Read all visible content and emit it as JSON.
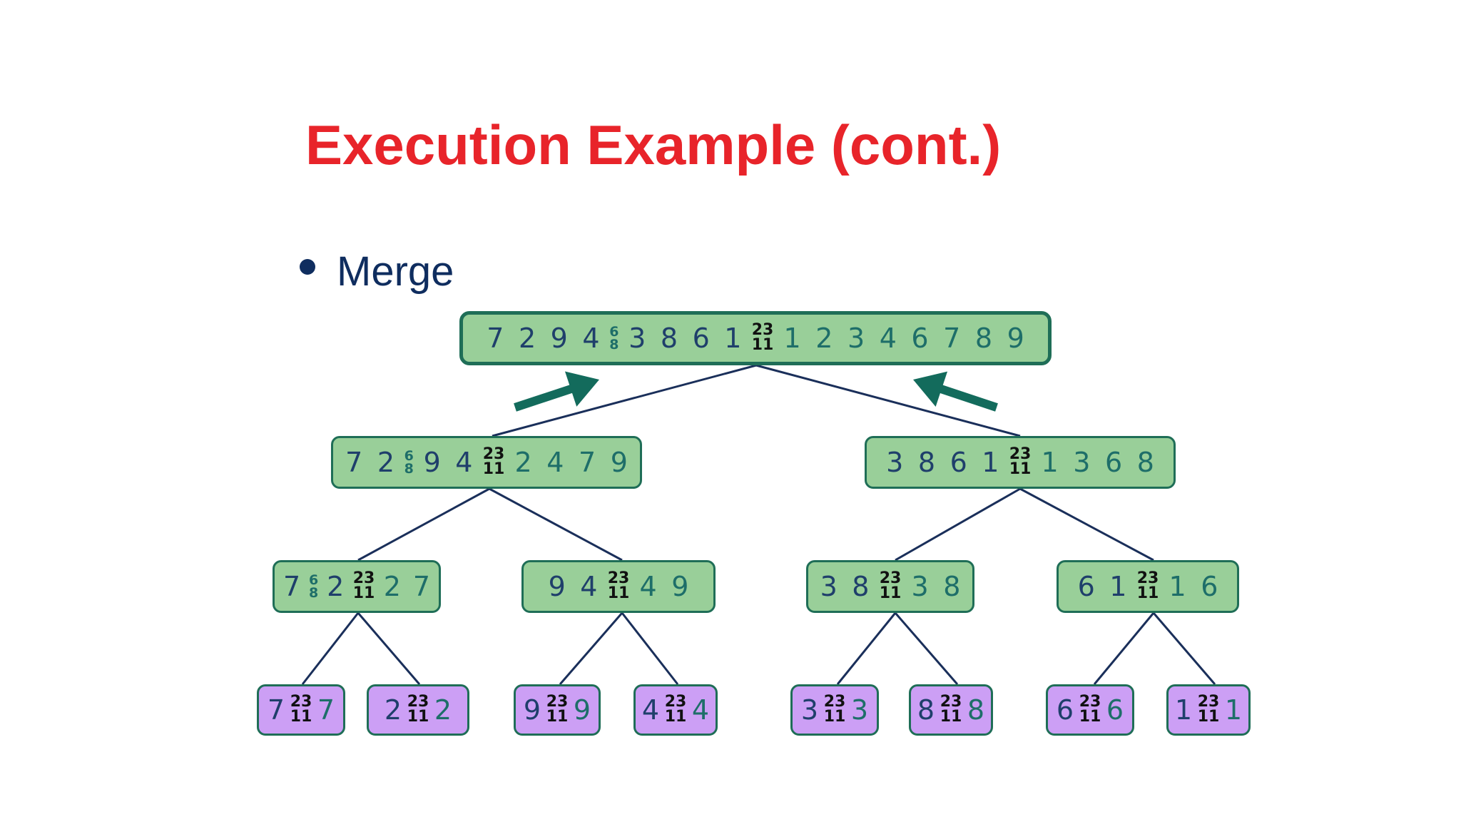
{
  "slide": {
    "title": "Execution Example (cont.)",
    "bullet": "Merge"
  },
  "colors": {
    "title": "#e8242a",
    "text": "#0f2d5f",
    "node_green": "#99cf99",
    "node_purple": "#cc9ff5",
    "border": "#1f6e57",
    "arrow": "#136b5c",
    "edge": "#1a2f5a"
  },
  "tree": {
    "root": {
      "input": [
        "7",
        "2",
        "9",
        "4"
      ],
      "mid_mark": [
        "6",
        "8"
      ],
      "input_rest": [
        "3",
        "8",
        "6",
        "1"
      ],
      "mark": [
        "23",
        "11"
      ],
      "output": [
        "1",
        "2",
        "3",
        "4",
        "6",
        "7",
        "8",
        "9"
      ]
    },
    "left": {
      "input": [
        "7",
        "2"
      ],
      "mid_mark": [
        "6",
        "8"
      ],
      "input_rest": [
        "9",
        "4"
      ],
      "mark": [
        "23",
        "11"
      ],
      "output": [
        "2",
        "4",
        "7",
        "9"
      ]
    },
    "right": {
      "input": [
        "3",
        "8",
        "6",
        "1"
      ],
      "mark": [
        "23",
        "11"
      ],
      "output": [
        "1",
        "3",
        "6",
        "8"
      ]
    },
    "ll": {
      "input": [
        "7"
      ],
      "mid_mark": [
        "6",
        "8"
      ],
      "input_rest": [
        "2"
      ],
      "mark": [
        "23",
        "11"
      ],
      "output": [
        "2",
        "7"
      ]
    },
    "lr": {
      "input": [
        "9",
        "4"
      ],
      "mark": [
        "23",
        "11"
      ],
      "output": [
        "4",
        "9"
      ]
    },
    "rl": {
      "input": [
        "3",
        "8"
      ],
      "mark": [
        "23",
        "11"
      ],
      "output": [
        "3",
        "8"
      ]
    },
    "rr": {
      "input": [
        "6",
        "1"
      ],
      "mark": [
        "23",
        "11"
      ],
      "output": [
        "1",
        "6"
      ]
    },
    "leaf1": {
      "input": [
        "7"
      ],
      "mark": [
        "23",
        "11"
      ],
      "output": [
        "7"
      ]
    },
    "leaf2": {
      "input": [
        "2"
      ],
      "mark": [
        "23",
        "11"
      ],
      "output": [
        "2"
      ]
    },
    "leaf3": {
      "input": [
        "9"
      ],
      "mark": [
        "23",
        "11"
      ],
      "output": [
        "9"
      ]
    },
    "leaf4": {
      "input": [
        "4"
      ],
      "mark": [
        "23",
        "11"
      ],
      "output": [
        "4"
      ]
    },
    "leaf5": {
      "input": [
        "3"
      ],
      "mark": [
        "23",
        "11"
      ],
      "output": [
        "3"
      ]
    },
    "leaf6": {
      "input": [
        "8"
      ],
      "mark": [
        "23",
        "11"
      ],
      "output": [
        "8"
      ]
    },
    "leaf7": {
      "input": [
        "6"
      ],
      "mark": [
        "23",
        "11"
      ],
      "output": [
        "6"
      ]
    },
    "leaf8": {
      "input": [
        "1"
      ],
      "mark": [
        "23",
        "11"
      ],
      "output": [
        "1"
      ]
    }
  }
}
